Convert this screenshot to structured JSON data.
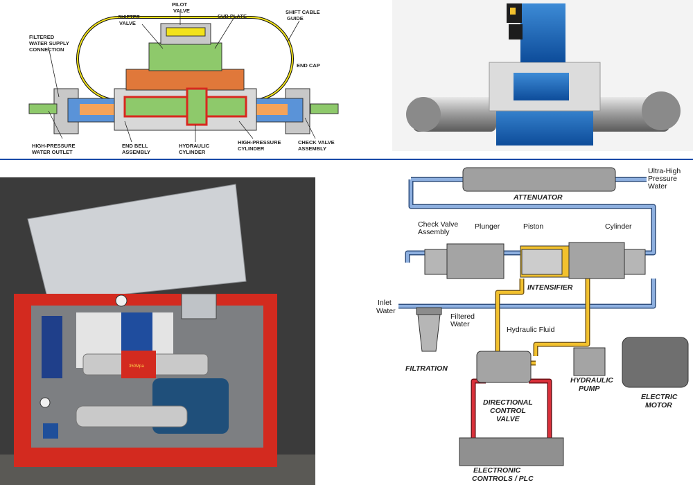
{
  "cutaway": {
    "labels": {
      "pilot_valve_1": "PILOT",
      "pilot_valve_2": "VALVE",
      "shifter_1": "SHIFTER",
      "shifter_2": "VALVE",
      "sub_plate": "SUB PLATE",
      "shift_cable_1": "SHIFT CABLE",
      "shift_cable_2": "GUIDE",
      "filtered_1": "FILTERED",
      "filtered_2": "WATER SUPPLY",
      "filtered_3": "CONNECTION",
      "end_cap": "END CAP",
      "hp_outlet_1": "HIGH-PRESSURE",
      "hp_outlet_2": "WATER OUTLET",
      "end_bell_1": "END BELL",
      "end_bell_2": "ASSEMBLY",
      "hyd_cyl_1": "HYDRAULIC",
      "hyd_cyl_2": "CYLINDER",
      "hp_cyl_1": "HIGH-PRESSURE",
      "hp_cyl_2": "CYLINDER",
      "check_valve_1": "CHECK VALVE",
      "check_valve_2": "ASSEMBLY"
    }
  },
  "machine": {
    "gauge_label": "350Mpa"
  },
  "schematic": {
    "labels": {
      "attenuator": "ATTENUATOR",
      "uhp_1": "Ultra-High",
      "uhp_2": "Pressure",
      "uhp_3": "Water",
      "check_valve_1": "Check Valve",
      "check_valve_2": "Assembly",
      "plunger": "Plunger",
      "piston": "Piston",
      "cylinder": "Cylinder",
      "intensifier": "INTENSIFIER",
      "inlet_1": "Inlet",
      "inlet_2": "Water",
      "filtered_1": "Filtered",
      "filtered_2": "Water",
      "hydraulic_fluid": "Hydraulic Fluid",
      "filtration": "FILTRATION",
      "hyd_pump_1": "HYDRAULIC",
      "hyd_pump_2": "PUMP",
      "electric_1": "ELECTRIC",
      "electric_2": "MOTOR",
      "dcv_1": "DIRECTIONAL",
      "dcv_2": "CONTROL",
      "dcv_3": "VALVE",
      "controls_1": "ELECTRONIC",
      "controls_2": "CONTROLS / PLC"
    },
    "colors": {
      "water_line": "#6c8fc4",
      "hydraulic_line": "#f2c12e",
      "return_line": "#d9303a"
    }
  }
}
